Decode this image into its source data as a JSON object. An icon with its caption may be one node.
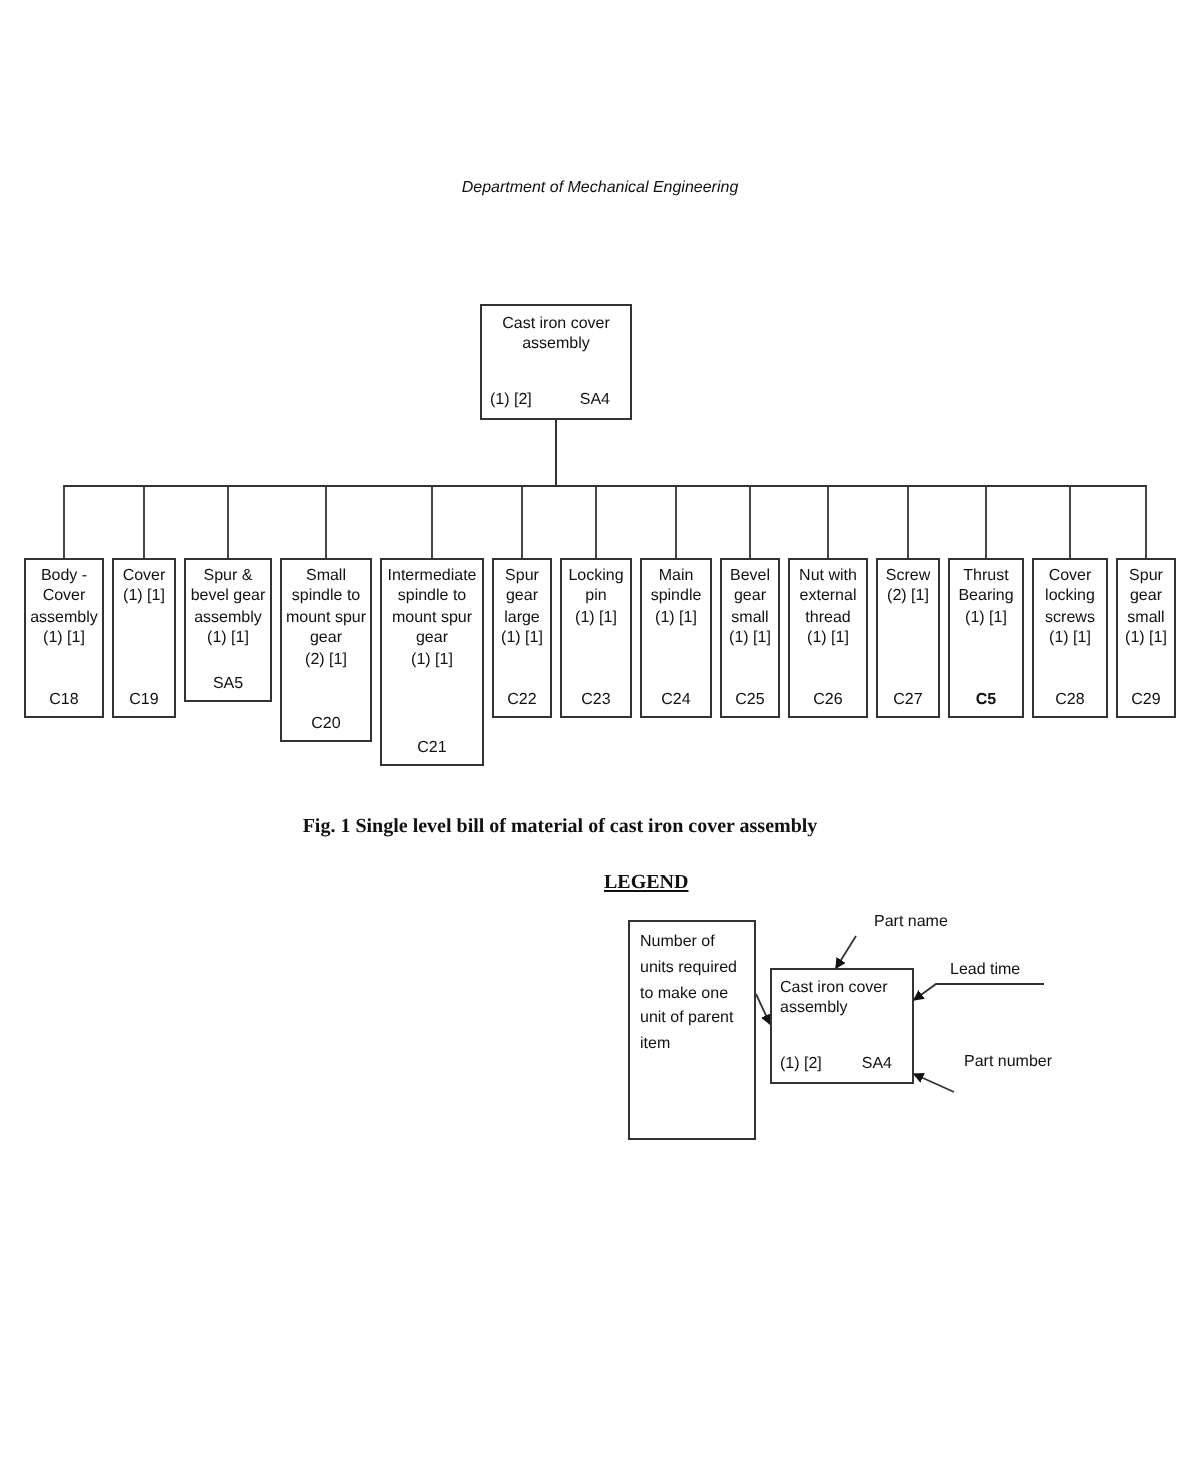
{
  "diagram": {
    "title": "Department of Mechanical Engineering",
    "caption": "Fig. 1 Single level bill of material of cast iron cover assembly",
    "nodes": [
      {
        "text": [
          "Cast iron cover assembly",
          "(1) [2]",
          "SA4"
        ]
      },
      {
        "text": [
          "Body - Cover assembly",
          "(1) [1]",
          "C18"
        ]
      },
      {
        "text": [
          "Cover",
          "(1) [1]",
          "C19"
        ]
      },
      {
        "text": [
          "Spur & bevel gear assembly",
          "(1) [1]",
          "SA5"
        ]
      },
      {
        "text": [
          "Small spindle to mount spur gear",
          "(2) [1]",
          "C20"
        ]
      },
      {
        "text": [
          "Intermediate spindle to mount spur gear",
          "(1) [1]",
          "C21"
        ]
      },
      {
        "text": [
          "Spur gear large",
          "(1) [1]",
          "C22"
        ]
      },
      {
        "text": [
          "Locking pin",
          "(1) [1]",
          "C23"
        ]
      },
      {
        "text": [
          "Main spindle",
          "(1) [1]",
          "C24"
        ]
      },
      {
        "text": [
          "Bevel gear small",
          "(1) [1]",
          "C25"
        ]
      },
      {
        "text": [
          "Nut with external thread",
          "(1) [1]",
          "C26"
        ]
      },
      {
        "text": [
          "Screw",
          "(2) [1]",
          "C27"
        ]
      },
      {
        "text": [
          "Thrust Bearing",
          "(1) [1]",
          "C5"
        ]
      },
      {
        "text": [
          "Cover locking screws",
          "(1) [1]",
          "C28"
        ]
      },
      {
        "text": [
          "Spur gear small",
          "(1) [1]",
          "C29"
        ]
      },
      {
        "text": [
          "Number of units required to make one unit of parent item"
        ]
      },
      {
        "text": [
          "Cast iron cover assembly",
          "(1) [2]",
          "SA4"
        ]
      },
      {
        "text": [
          "Part name"
        ]
      },
      {
        "text": [
          "Lead time"
        ]
      },
      {
        "text": [
          "Part number"
        ]
      }
    ],
    "edges": [
      {
        "from": 0,
        "to": 1,
        "arrow": "none"
      },
      {
        "from": 0,
        "to": 2,
        "arrow": "none"
      },
      {
        "from": 0,
        "to": 3,
        "arrow": "none"
      },
      {
        "from": 0,
        "to": 4,
        "arrow": "none"
      },
      {
        "from": 0,
        "to": 5,
        "arrow": "none"
      },
      {
        "from": 0,
        "to": 6,
        "arrow": "none"
      },
      {
        "from": 0,
        "to": 7,
        "arrow": "none"
      },
      {
        "from": 0,
        "to": 8,
        "arrow": "none"
      },
      {
        "from": 0,
        "to": 9,
        "arrow": "none"
      },
      {
        "from": 0,
        "to": 10,
        "arrow": "none"
      },
      {
        "from": 0,
        "to": 11,
        "arrow": "none"
      },
      {
        "from": 0,
        "to": 12,
        "arrow": "none"
      },
      {
        "from": 0,
        "to": 13,
        "arrow": "none"
      },
      {
        "from": 0,
        "to": 14,
        "arrow": "none"
      },
      {
        "from": 15,
        "to": 16,
        "arrow": "to"
      },
      {
        "from": 17,
        "to": 16,
        "arrow": "to"
      },
      {
        "from": 18,
        "to": 16,
        "arrow": "to"
      },
      {
        "from": 19,
        "to": 16,
        "arrow": "to"
      }
    ],
    "labels": [
      "LEGEND"
    ]
  }
}
